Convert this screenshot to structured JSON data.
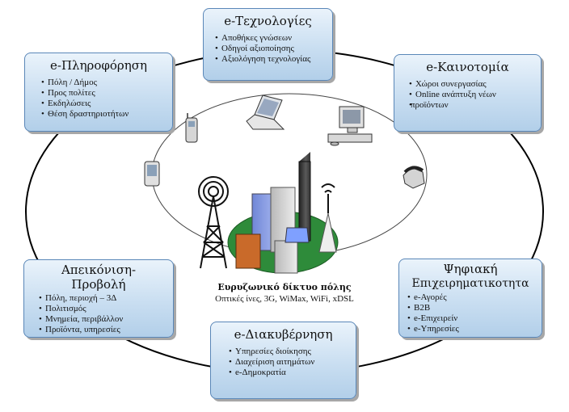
{
  "boxes": {
    "technologies": {
      "title": "e-Τεχνολογίες",
      "items": [
        "Αποθήκες γνώσεων",
        "Οδηγοί αξιοποίησης",
        "Αξιολόγηση τεχνολογίας"
      ]
    },
    "information": {
      "title": "e-Πληροφόρηση",
      "items": [
        "Πόλη / Δήμος",
        "Προς πολίτες",
        "Εκδηλώσεις",
        "Θέση δραστηριοτήτων"
      ]
    },
    "innovation": {
      "title": "e-Καινοτομία",
      "items": [
        "Χώροι συνεργασίας",
        "Online ανάπτυξη νέων",
        "προϊόντων"
      ]
    },
    "visualization": {
      "title_line1": "Απεικόνιση-",
      "title_line2": "Προβολή",
      "items": [
        "Πόλη, περιοχή  – 3Δ",
        "Πολιτισμός",
        "Μνημεία, περιβάλλον",
        "Προϊόντα, υπηρεσίες"
      ]
    },
    "business": {
      "title_line1": "Ψηφιακή",
      "title_line2": "Επιχειρηματικοτητα",
      "items": [
        "e-Αγορές",
        "B2B",
        "e-Επιχειρείν",
        "e-Υπηρεσίες"
      ]
    },
    "governance": {
      "title": "e-Διακυβέρνηση",
      "items": [
        "Υπηρεσίες διοίκησης",
        "Διαχείριση αιτημάτων",
        "e-Δημοκρατία"
      ]
    }
  },
  "center": {
    "title": "Ευρυζωνικό δίκτυο πόλης",
    "subtitle": "Οπτικές ίνες, 3G, WiMax, WiFi, xDSL"
  },
  "icons": [
    "laptop-icon",
    "desktop-computer-icon",
    "mobile-phone-icon",
    "pda-icon",
    "telephone-icon",
    "radio-tower-icon",
    "city-buildings-icon"
  ]
}
